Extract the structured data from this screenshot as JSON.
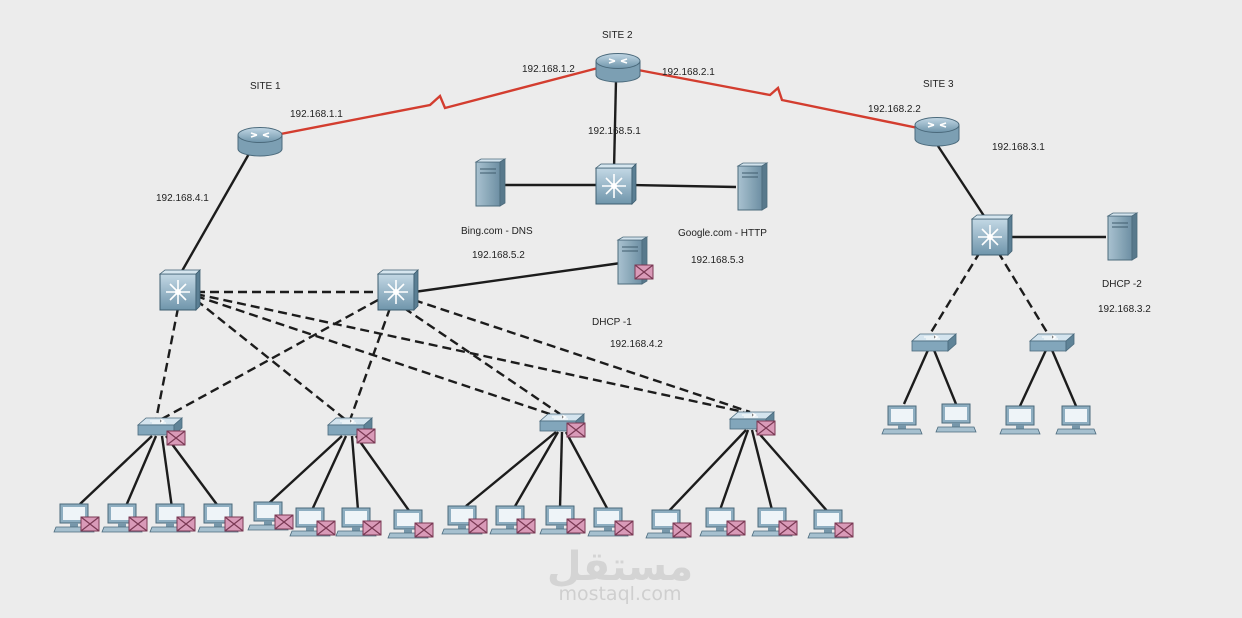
{
  "sites": {
    "site1": "SITE 1",
    "site2": "SITE 2",
    "site3": "SITE 3"
  },
  "ips": {
    "r1_wan": "192.168.1.1",
    "r2_wan1": "192.168.1.2",
    "r2_wan2": "192.168.2.1",
    "r3_wan": "192.168.2.2",
    "r1_lan": "192.168.4.1",
    "r2_lan": "192.168.5.1",
    "r3_lan": "192.168.3.1",
    "dns": "192.168.5.2",
    "http": "192.168.5.3",
    "dhcp1": "192.168.4.2",
    "dhcp2": "192.168.3.2"
  },
  "servers": {
    "dns": "Bing.com - DNS",
    "http": "Google.com - HTTP",
    "dhcp1": "DHCP -1",
    "dhcp2": "DHCP -2"
  },
  "watermark": {
    "arabic": "مستقل",
    "latin": "mostaql.com"
  },
  "colors": {
    "serial_link": "#d33d2f",
    "ethernet_link": "#1c1c1c",
    "device_blue": "#8fb2c6",
    "pdu_envelope": "#d99ab8"
  },
  "icons": {
    "router": "router-icon",
    "multilayer_switch": "multilayer-switch-icon",
    "switch": "switch-icon",
    "server": "server-icon",
    "pc": "pc-icon",
    "pdu": "envelope-icon"
  }
}
